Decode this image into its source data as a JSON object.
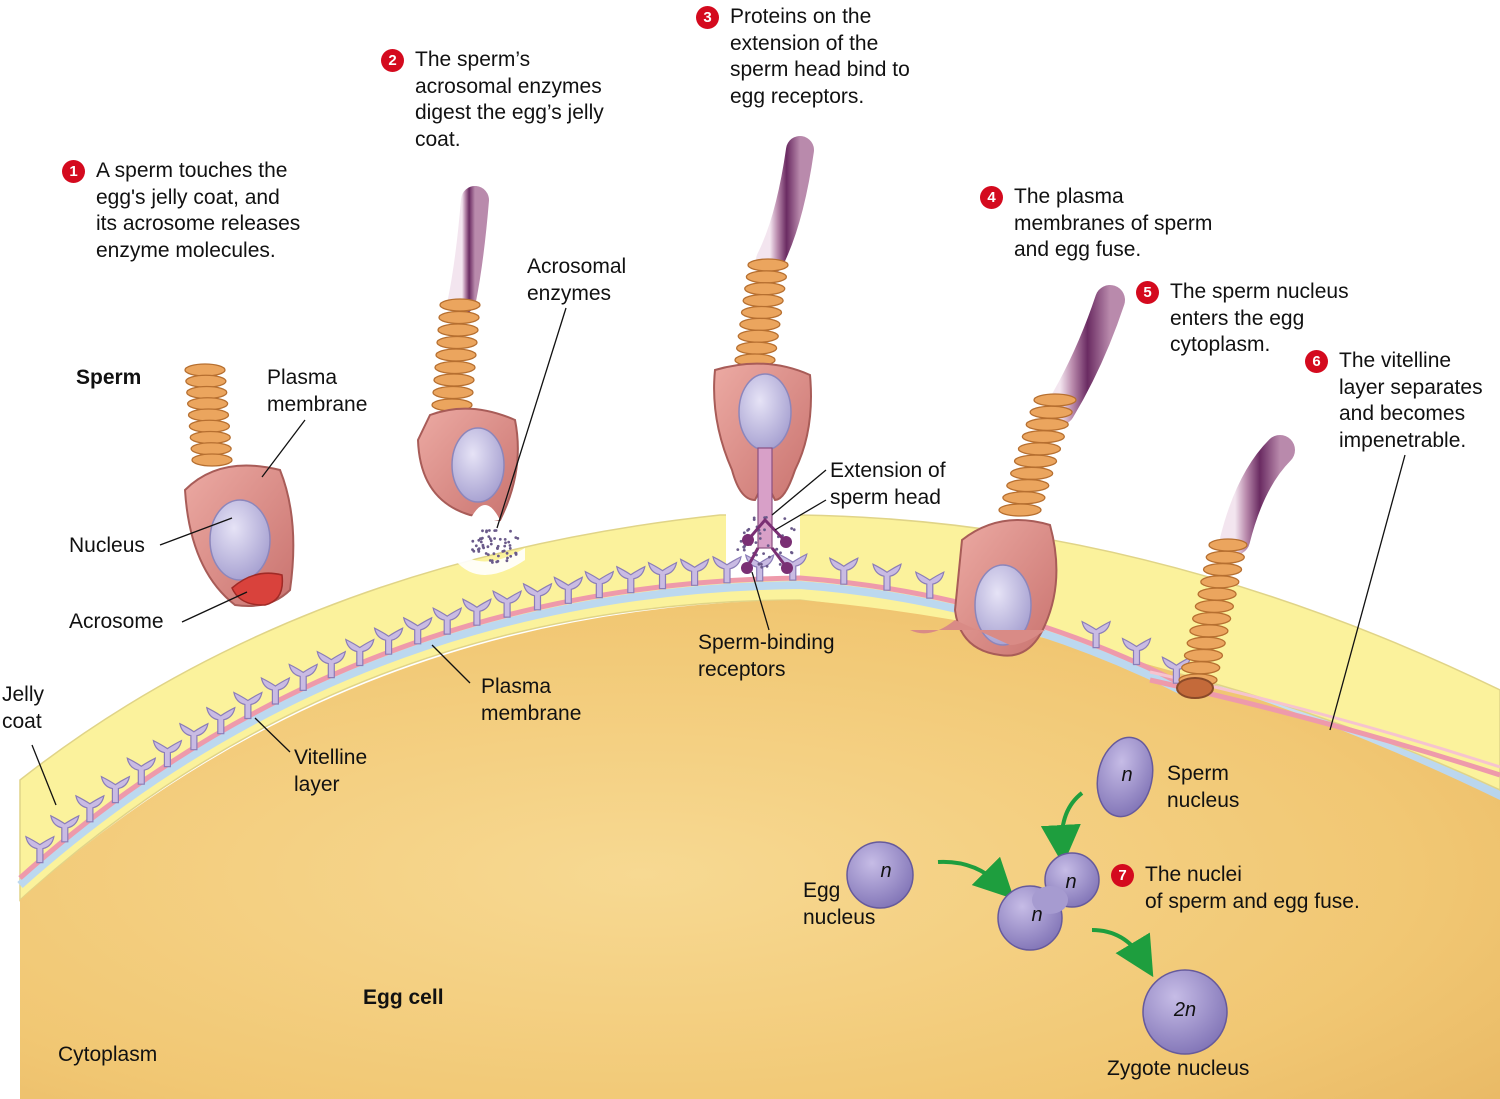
{
  "steps": [
    {
      "num": "1",
      "text": "A sperm touches the\negg's jelly coat, and\nits acrosome releases\nenzyme molecules."
    },
    {
      "num": "2",
      "text": "The sperm’s\nacrosomal enzymes\ndigest the egg’s jelly\ncoat."
    },
    {
      "num": "3",
      "text": "Proteins on the\nextension of the\nsperm head bind to\negg receptors."
    },
    {
      "num": "4",
      "text": "The plasma\nmembranes of sperm\nand egg fuse."
    },
    {
      "num": "5",
      "text": "The sperm nucleus\nenters the egg\ncytoplasm."
    },
    {
      "num": "6",
      "text": "The vitelline\nlayer separates\nand becomes\nimpenetrable."
    },
    {
      "num": "7",
      "text": "The nuclei\nof sperm and egg fuse."
    }
  ],
  "labels": {
    "sperm": "Sperm",
    "plasma_membrane_sperm": "Plasma\nmembrane",
    "nucleus": "Nucleus",
    "acrosome": "Acrosome",
    "acrosomal_enzymes": "Acrosomal\nenzymes",
    "extension": "Extension of\nsperm head",
    "receptors": "Sperm-binding\nreceptors",
    "plasma_membrane_egg": "Plasma\nmembrane",
    "vitelline_layer": "Vitelline\nlayer",
    "jelly_coat": "Jelly\ncoat",
    "egg_cell": "Egg cell",
    "cytoplasm": "Cytoplasm",
    "sperm_nucleus": "Sperm\nnucleus",
    "egg_nucleus": "Egg\nnucleus",
    "zygote_nucleus": "Zygote nucleus"
  },
  "nuclei": {
    "sperm_n": "n",
    "egg_n": "n",
    "fusing_n1": "n",
    "fusing_n2": "n",
    "zygote": "2n"
  },
  "colors": {
    "cytoplasm": "#f4cf7c",
    "jelly_coat": "#fbf29c",
    "plasma_membrane": "#ee9aab",
    "vitelline": "#bcd8ef",
    "receptor": "#c9bbe3",
    "sperm_head": "#d98b86",
    "nucleus": "#b9b3dc",
    "midpiece": "#eba55e",
    "tail": "#7a3a72",
    "step_badge": "#d40a1e",
    "arrow": "#1e9e3e"
  }
}
